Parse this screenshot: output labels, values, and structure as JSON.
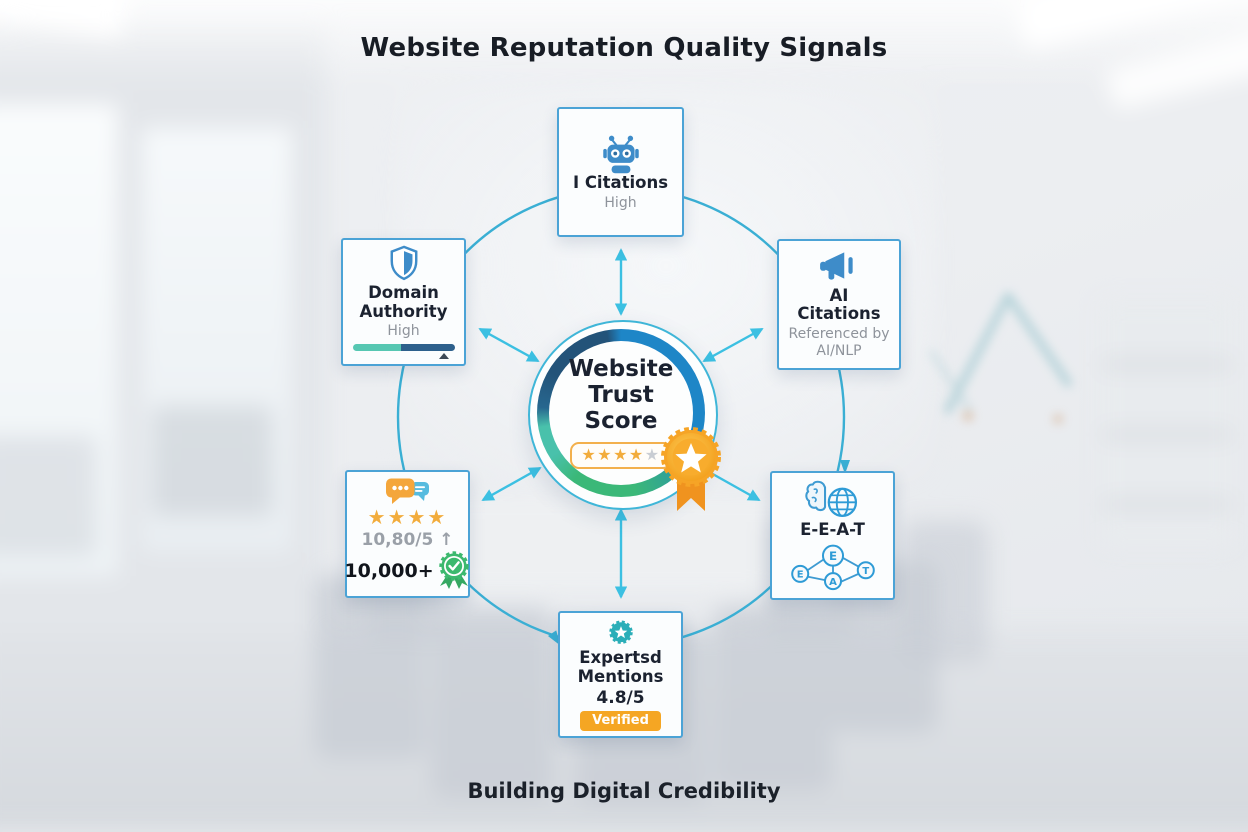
{
  "title": "Website Reputation Quality Signals",
  "footer": "Building Digital Credibility",
  "center": {
    "line1": "Website",
    "line2": "Trust Score",
    "stars_filled": "★★★★",
    "star_muted": "★",
    "award_icon": "gold-ribbon-award-icon"
  },
  "nodes": {
    "ai_top": {
      "label": "I Citations",
      "status": "High",
      "icon": "robot-icon"
    },
    "domain_authority": {
      "label": "Domain Authority",
      "status": "High",
      "icon": "shield-icon",
      "meter_low_color": "#56C7B2",
      "meter_high_color": "#2D608C"
    },
    "ai_citations": {
      "label": "AI Citations",
      "status": "Referenced by AI/NLP",
      "icon": "megaphone-icon"
    },
    "reviews": {
      "icon": "chat-bubbles-icon",
      "stars": "★★★★",
      "score": "10,80/5",
      "trend": "↑",
      "count": "10,000+",
      "badge_icon": "green-check-rosette-icon"
    },
    "eeat": {
      "label": "E-E-A-T",
      "icon": "brain-globe-icon",
      "letters": [
        "E",
        "E",
        "A",
        "T"
      ]
    },
    "expert_mentions": {
      "label": "Expertsd Mentions",
      "score": "4.8/5",
      "badge": "Verified",
      "icon": "teal-star-rosette-icon"
    }
  },
  "colors": {
    "connector": "#3AAFD4",
    "box_border": "#4BA3D6",
    "ring_blue": "#1E86C7",
    "ring_green": "#3BB878",
    "ring_teal": "#49C1AB",
    "ring_navy": "#235379",
    "star_gold": "#F2AC3C",
    "badge_orange": "#F5A623",
    "rosette_green": "#3CB96E",
    "rosette_teal": "#2BAEB8",
    "icon_blue": "#3E8CC9"
  }
}
